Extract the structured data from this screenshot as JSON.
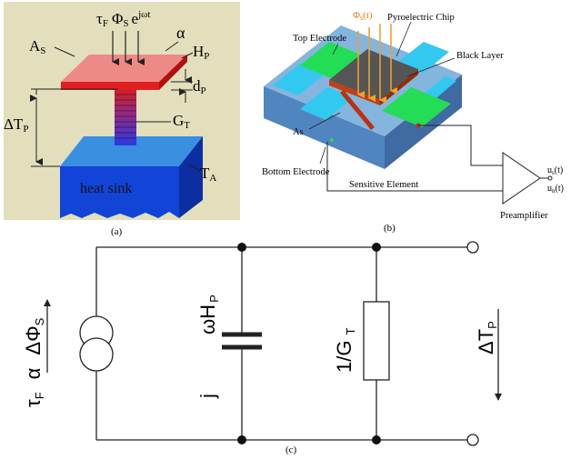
{
  "panel_a": {
    "flux_label": "τ",
    "flux_sub": "F",
    "phi": "Φ",
    "phi_sub": "S",
    "exp_base": "e",
    "exp_sup": "jωt",
    "as": "A",
    "as_sub": "S",
    "alpha": "α",
    "hp": "H",
    "hp_sub": "P",
    "dp": "d",
    "dp_sub": "P",
    "gt": "G",
    "gt_sub": "T",
    "dtp": "ΔT",
    "dtp_sub": "P",
    "ta": "T",
    "ta_sub": "A",
    "heat_sink": "heat sink",
    "caption": "(a)"
  },
  "panel_b": {
    "phi_label": "Φ",
    "phi_sub": "s",
    "phi_arg": "(t)",
    "pyro_chip": "Pyroelectric Chip",
    "top_electrode": "Top Electrode",
    "black_layer": "Black Layer",
    "as_label": "As",
    "bottom_electrode": "Bottom Electrode",
    "sensitive_element": "Sensitive Element",
    "preamplifier": "Preamplifier",
    "us": "u",
    "us_sub": "s",
    "us_arg": "(t)",
    "un": "u",
    "un_sub": "n",
    "un_arg": "(t)",
    "caption": "(b)"
  },
  "panel_c": {
    "source_label_tau": "τ",
    "source_label_sub": "F",
    "source_label_alpha": "α",
    "source_label_dphi": "ΔΦ",
    "source_label_dphi_sub": "S",
    "cap_j": "j",
    "cap_omega": "ωH",
    "cap_omega_sub": "P",
    "res_label": "1/G",
    "res_sub": "T",
    "dtp": "ΔT",
    "dtp_sub": "P",
    "caption": "(c)"
  },
  "colors": {
    "panel_a_bg": "#e3dfbd",
    "plate_top": "#ee8a86",
    "plate_edge": "#e02020",
    "sink_top": "#3a8fe0",
    "sink_front": "#1244d8",
    "sink_side": "#0b2fa0",
    "green": "#22dd55",
    "cyan": "#33c8f0",
    "orange": "#f0a030",
    "chip_dark": "#555555"
  }
}
